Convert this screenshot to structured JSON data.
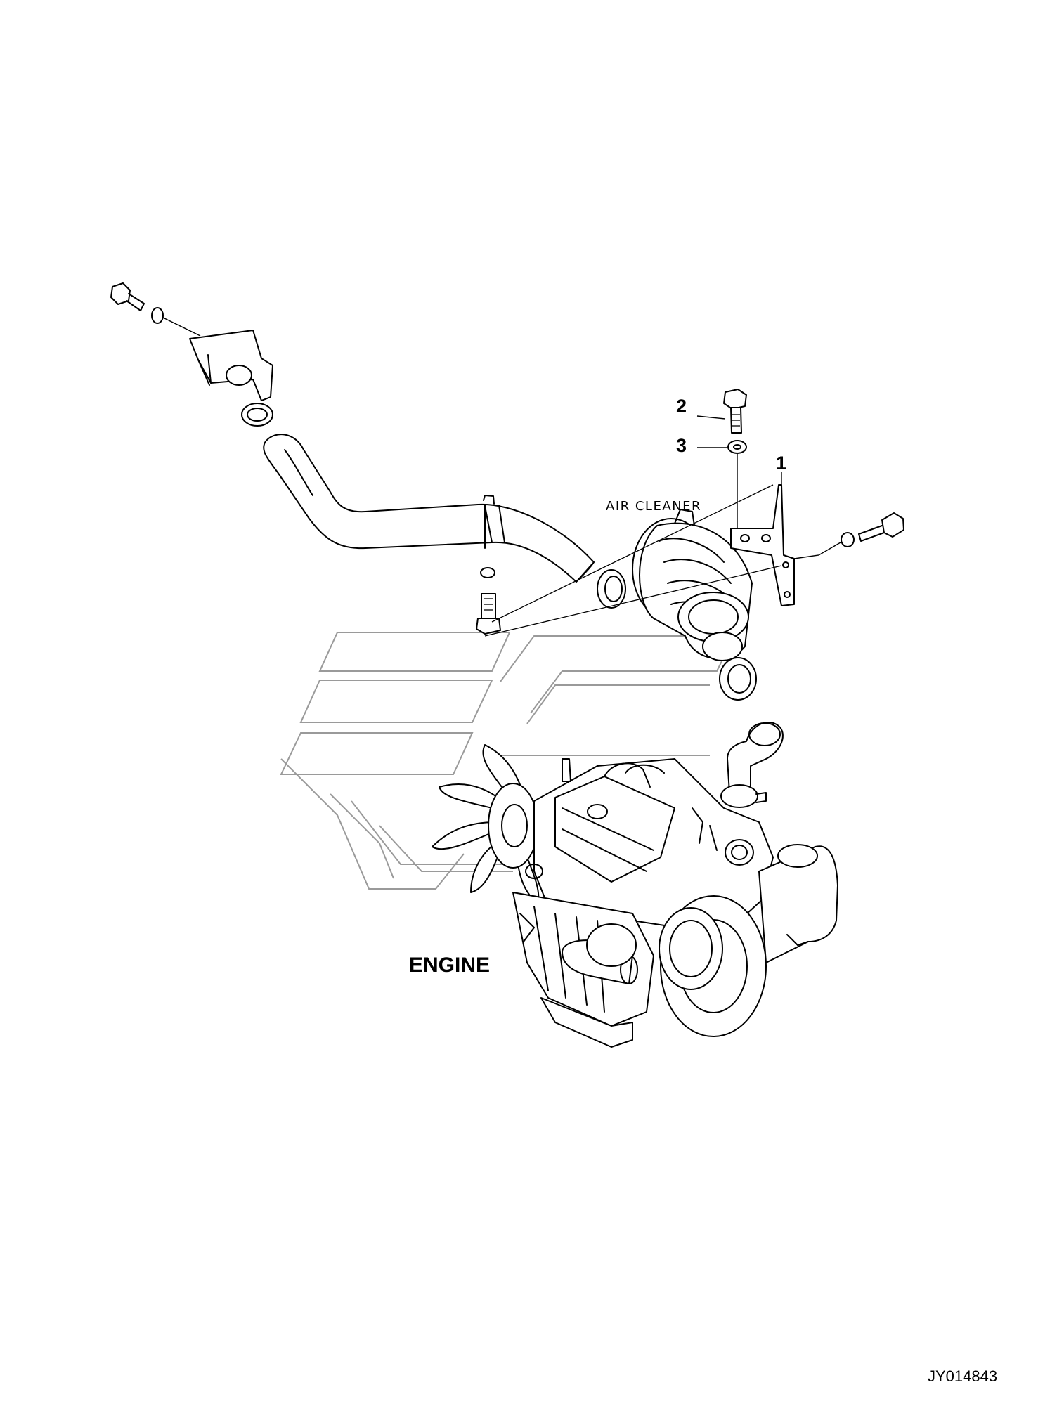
{
  "callouts": [
    {
      "id": "1",
      "label": "1"
    },
    {
      "id": "2",
      "label": "2"
    },
    {
      "id": "3",
      "label": "3"
    }
  ],
  "labels": {
    "air_cleaner": "AIR CLEANER",
    "engine": "ENGINE"
  },
  "drawing_code": "JY014843"
}
